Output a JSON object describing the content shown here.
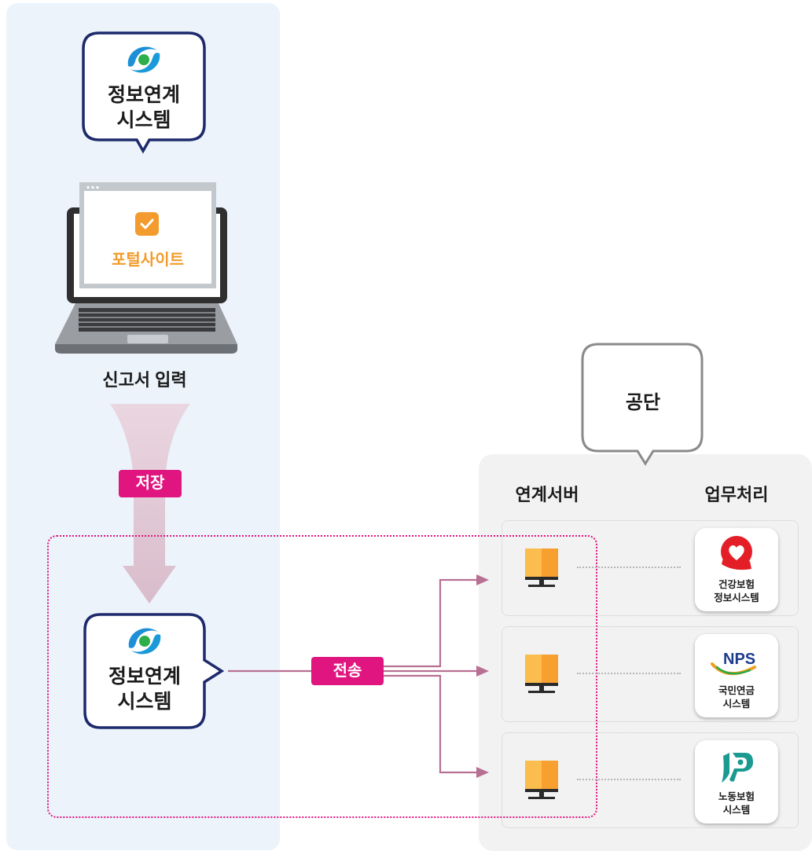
{
  "top_bubble": {
    "line1": "정보연계",
    "line2": "시스템"
  },
  "portal": {
    "label": "포털사이트"
  },
  "report_input": "신고서 입력",
  "save_tag": "저장",
  "bottom_bubble": {
    "line1": "정보연계",
    "line2": "시스템"
  },
  "send_tag": "전송",
  "agency_bubble": "공단",
  "headers": {
    "server": "연계서버",
    "process": "업무처리"
  },
  "systems": [
    {
      "line1": "건강보험",
      "line2": "정보시스템"
    },
    {
      "line1": "국민연금",
      "line2": "시스템",
      "logo_text": "NPS"
    },
    {
      "line1": "노동보험",
      "line2": "시스템"
    }
  ],
  "colors": {
    "accent_magenta": "#e0157f",
    "arrow": "#b87092",
    "portal_orange": "#f39b2c",
    "bubble_border": "#1d2a6b",
    "server_orange": "#f7a030"
  }
}
